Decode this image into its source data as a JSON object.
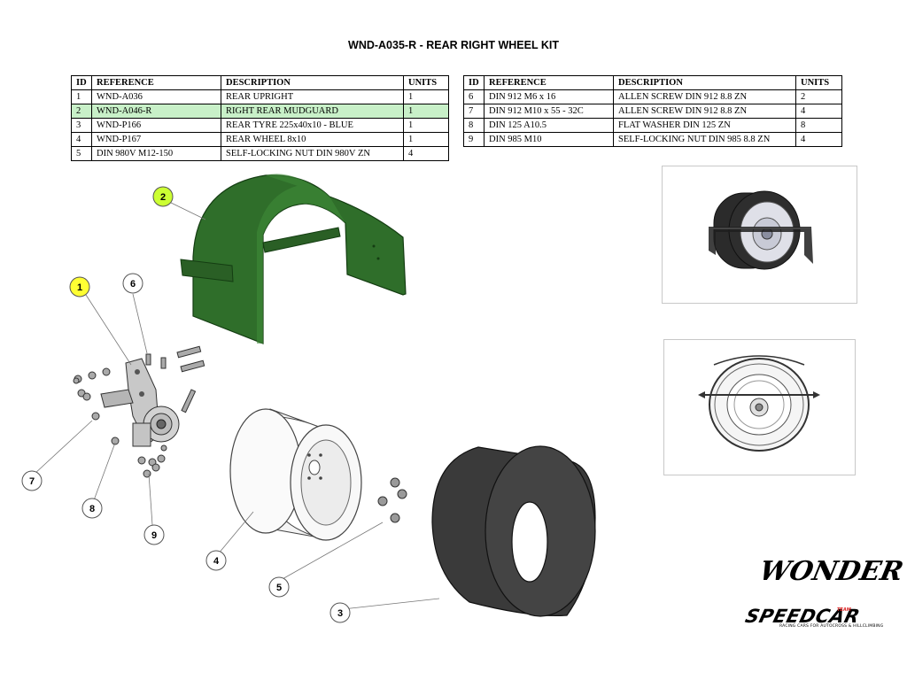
{
  "title": "WND-A035-R - REAR RIGHT WHEEL KIT",
  "table_headers": {
    "id": "ID",
    "reference": "REFERENCE",
    "description": "DESCRIPTION",
    "units": "UNITS"
  },
  "parts": [
    {
      "id": "1",
      "reference": "WND-A036",
      "description": "REAR UPRIGHT",
      "units": "1"
    },
    {
      "id": "2",
      "reference": "WND-A046-R",
      "description": "RIGHT REAR MUDGUARD",
      "units": "1"
    },
    {
      "id": "3",
      "reference": "WND-P166",
      "description": "REAR TYRE 225x40x10 - BLUE",
      "units": "1"
    },
    {
      "id": "4",
      "reference": "WND-P167",
      "description": "REAR WHEEL 8x10",
      "units": "1"
    },
    {
      "id": "5",
      "reference": "DIN 980V M12-150",
      "description": "SELF-LOCKING NUT DIN 980V ZN",
      "units": "4"
    },
    {
      "id": "6",
      "reference": "DIN 912 M6 x 16",
      "description": "ALLEN SCREW DIN 912 8.8 ZN",
      "units": "2"
    },
    {
      "id": "7",
      "reference": "DIN 912 M10 x 55 - 32C",
      "description": "ALLEN SCREW DIN 912 8.8 ZN",
      "units": "4"
    },
    {
      "id": "8",
      "reference": "DIN 125 A10.5",
      "description": "FLAT WASHER DIN 125 ZN",
      "units": "8"
    },
    {
      "id": "9",
      "reference": "DIN 985 M10",
      "description": "SELF-LOCKING NUT DIN 985 8.8 ZN",
      "units": "4"
    }
  ],
  "highlighted_part": "2",
  "callouts": {
    "c1": "1",
    "c2": "2",
    "c3": "3",
    "c4": "4",
    "c5": "5",
    "c6": "6",
    "c7": "7",
    "c8": "8",
    "c9": "9"
  },
  "colors": {
    "mudguard": "#2f6e2a",
    "highlight_row": "#c8f0c8",
    "callout_1": "#ffff33",
    "callout_2": "#ccff33",
    "tyre": "#3a3a3a"
  },
  "brand": {
    "wonder": "WONDER",
    "speedcar": "SPEEDCAR",
    "tagline": "RACING CARS FOR AUTOCROSS & HILLCLIMBING",
    "badge": "TEAM"
  }
}
